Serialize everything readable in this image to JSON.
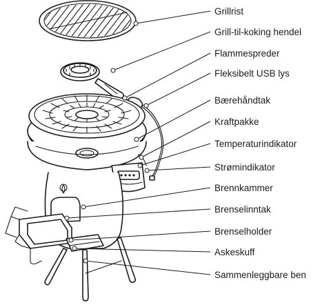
{
  "labels": [
    "Grillrist",
    "Grill-til-koking hendel",
    "Flammespreder",
    "Fleksibelt USB lys",
    "Bærehåndtak",
    "Kraftpakke",
    "Temperaturindikator",
    "Strømindikator",
    "Brennkammer",
    "Brenselinntak",
    "Brenselholder",
    "Askeskuff",
    "Sammenleggbare ben"
  ],
  "colors": {
    "line": "#1a1a1a",
    "background": "#ffffff"
  }
}
